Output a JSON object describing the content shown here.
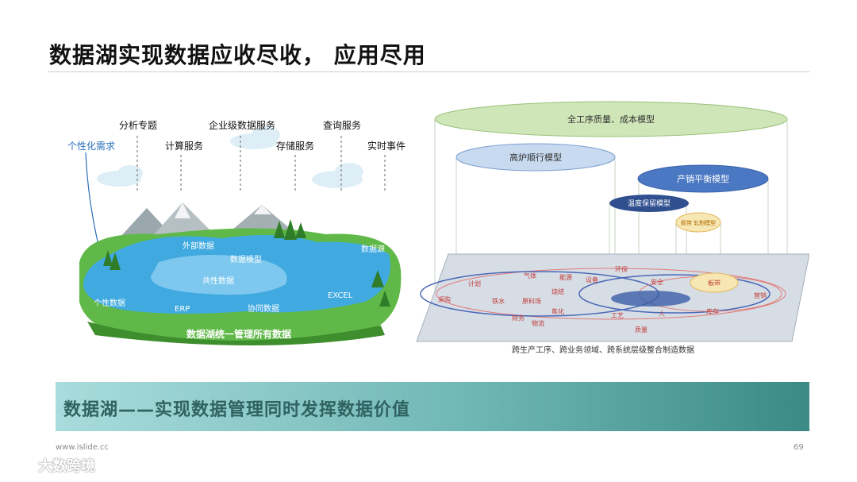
{
  "slide": {
    "title": "数据湖实现数据应收尽收， 应用尽用",
    "banner": "数据湖——实现数据管理同时发挥数据价值",
    "footer_url": "www.islide.cc",
    "page_number": "69"
  },
  "lake_diagram": {
    "services": [
      "个性化需求",
      "分析专题",
      "计算服务",
      "企业级数据服务",
      "存储服务",
      "查询服务",
      "实时事件"
    ],
    "lake_labels": [
      "外部数据",
      "数据模型",
      "共性数据",
      "数据源",
      "个性数据",
      "ERP",
      "协同数据",
      "EXCEL",
      "数据湖统一管理所有数据"
    ]
  },
  "model_diagram": {
    "models": [
      "全工序质量、成本模型",
      "高炉顺行模型",
      "产销平衡模型",
      "温度保留模型",
      "板带\n轧制模型"
    ],
    "inner_label": "板带",
    "plane_tags": [
      "采购",
      "计划",
      "气体",
      "能源",
      "设备",
      "环保",
      "铁水",
      "原料场",
      "烧结",
      "焦化",
      "物流",
      "财务",
      "工艺",
      "质量",
      "人",
      "安全",
      "营销",
      "库存"
    ],
    "caption": "跨生产工序、跨业务领域、跨系统层级整合制造数据"
  },
  "watermark": {
    "text": "大数跨境"
  },
  "colors": {
    "banner_start": "#a9dcdc",
    "banner_end": "#3b8a86",
    "banner_text": "#2f6260",
    "lake_blue": "#3fa9e0",
    "grass_green": "#4caf3c",
    "model_green": "#cfe6b8",
    "model_blue": "#3a6bb5"
  }
}
